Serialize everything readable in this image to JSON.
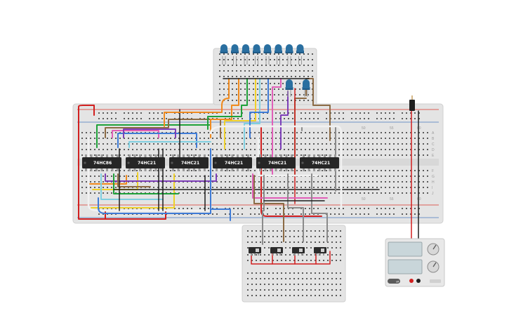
{
  "colors": {
    "board": "#e4e4e4",
    "board_edge": "#cfcfcf",
    "hole": "#5b5b5b",
    "rail_red": "#d9332b",
    "rail_blue": "#4a78c0",
    "chip": "#262626",
    "led_body": "#2a6fa0",
    "wire_red": "#d21f1f",
    "wire_black": "#1f1f1f",
    "psu_body": "#e8e8e8",
    "psu_screen": "#c9d6da"
  },
  "chips": [
    {
      "label": "74HC86"
    },
    {
      "label": "74HC21"
    },
    {
      "label": "74HC21"
    },
    {
      "label": "74HC21"
    },
    {
      "label": "74HC21"
    },
    {
      "label": "74HC21"
    }
  ],
  "column_numbers": [
    "50",
    "55",
    "60"
  ],
  "row_letters_top": [
    "A",
    "B",
    "C",
    "D",
    "E"
  ],
  "row_letters_bottom": [
    "F",
    "G",
    "H",
    "I",
    "J"
  ],
  "led_count": 8,
  "extra_led_count": 2,
  "switch_count": 4,
  "power_supply": {
    "button_label": "off"
  }
}
